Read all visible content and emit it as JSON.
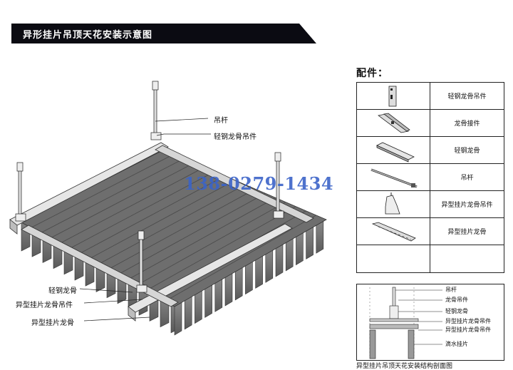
{
  "header": {
    "title": "异形挂片吊顶天花安装示意图",
    "background_color": "#0b0b12"
  },
  "diagram": {
    "callouts": {
      "rod": "吊杆",
      "keel_hanger": "轻钢龙骨吊件",
      "light_steel_keel": "轻钢龙骨",
      "special_keel_hanger": "异型挂片龙骨吊件",
      "special_keel": "异型挂片龙骨"
    },
    "watermark": "138-0279-1434"
  },
  "parts": {
    "title": "配件：",
    "items": [
      {
        "name": "轻钢龙骨吊件",
        "icon": "keel-hanger-icon"
      },
      {
        "name": "龙骨接件",
        "icon": "keel-connector-icon"
      },
      {
        "name": "轻钢龙骨",
        "icon": "steel-keel-icon"
      },
      {
        "name": "吊杆",
        "icon": "rod-icon"
      },
      {
        "name": "异型挂片龙骨吊件",
        "icon": "special-keel-hanger-icon"
      },
      {
        "name": "异型挂片龙骨",
        "icon": "special-keel-icon"
      },
      {
        "name": "",
        "icon": ""
      }
    ]
  },
  "section": {
    "labels": [
      "吊杆",
      "龙骨吊件",
      "轻钢龙骨",
      "异型挂片龙骨吊件",
      "异型挂片龙骨吊件",
      "滴水挂片"
    ],
    "caption": "异型挂片吊顶天花安装结构剖面图"
  }
}
